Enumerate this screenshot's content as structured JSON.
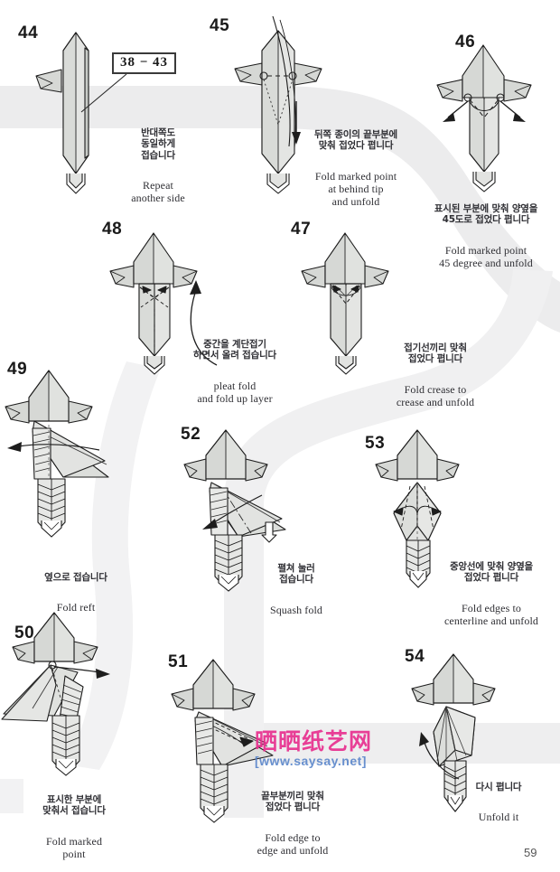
{
  "page": {
    "number": "59",
    "background_color": "#ffffff",
    "swoosh_color": "#ececed",
    "paper_light": "#e7e8e6",
    "paper_mid": "#d2d4d1",
    "paper_dark": "#bcbfbb",
    "ink_color": "#1a1a1a"
  },
  "watermark": {
    "chinese": "晒晒纸艺网",
    "chinese_boxed": "晒晒",
    "chinese_plain": "纸艺网",
    "url": "[www.saysay.net]",
    "pink": "#e8308f",
    "blue": "#4f7ec8"
  },
  "steps": [
    {
      "id": "step-44",
      "number": "44",
      "korean": "반대쪽도\n동일하게\n접습니다",
      "english": "Repeat\nanother side",
      "ref_label": "38 − 43"
    },
    {
      "id": "step-45",
      "number": "45",
      "korean": "뒤쪽 종이의 끝부분에\n맞춰 접었다 폅니다",
      "english": "Fold marked point\nat behind tip\nand unfold"
    },
    {
      "id": "step-46",
      "number": "46",
      "korean": "표시된 부분에 맞춰 양옆을\n45도로 접었다 폅니다",
      "english": "Fold marked point\n45 degree and unfold"
    },
    {
      "id": "step-47",
      "number": "47",
      "korean": "접기선끼리 맞춰\n접었다 폅니다",
      "english": "Fold crease to\ncrease and unfold"
    },
    {
      "id": "step-48",
      "number": "48",
      "korean": "중간을 계단접기\n하면서 올려 접습니다",
      "english": "pleat fold\nand fold up layer"
    },
    {
      "id": "step-49",
      "number": "49",
      "korean": "옆으로 접습니다",
      "english": "Fold reft"
    },
    {
      "id": "step-50",
      "number": "50",
      "korean": "표시한 부분에\n맞춰서 접습니다",
      "english": "Fold marked\npoint"
    },
    {
      "id": "step-51",
      "number": "51",
      "korean": "끝부분끼리 맞춰\n접었다 폅니다",
      "english": "Fold edge to\nedge and unfold"
    },
    {
      "id": "step-52",
      "number": "52",
      "korean": "펼쳐 눌러\n접습니다",
      "english": "Squash fold"
    },
    {
      "id": "step-53",
      "number": "53",
      "korean": "중앙선에 맞춰 양옆을\n접었다 폅니다",
      "english": "Fold edges to\ncenterline and unfold"
    },
    {
      "id": "step-54",
      "number": "54",
      "korean": "다시 폅니다",
      "english": "Unfold it"
    }
  ]
}
